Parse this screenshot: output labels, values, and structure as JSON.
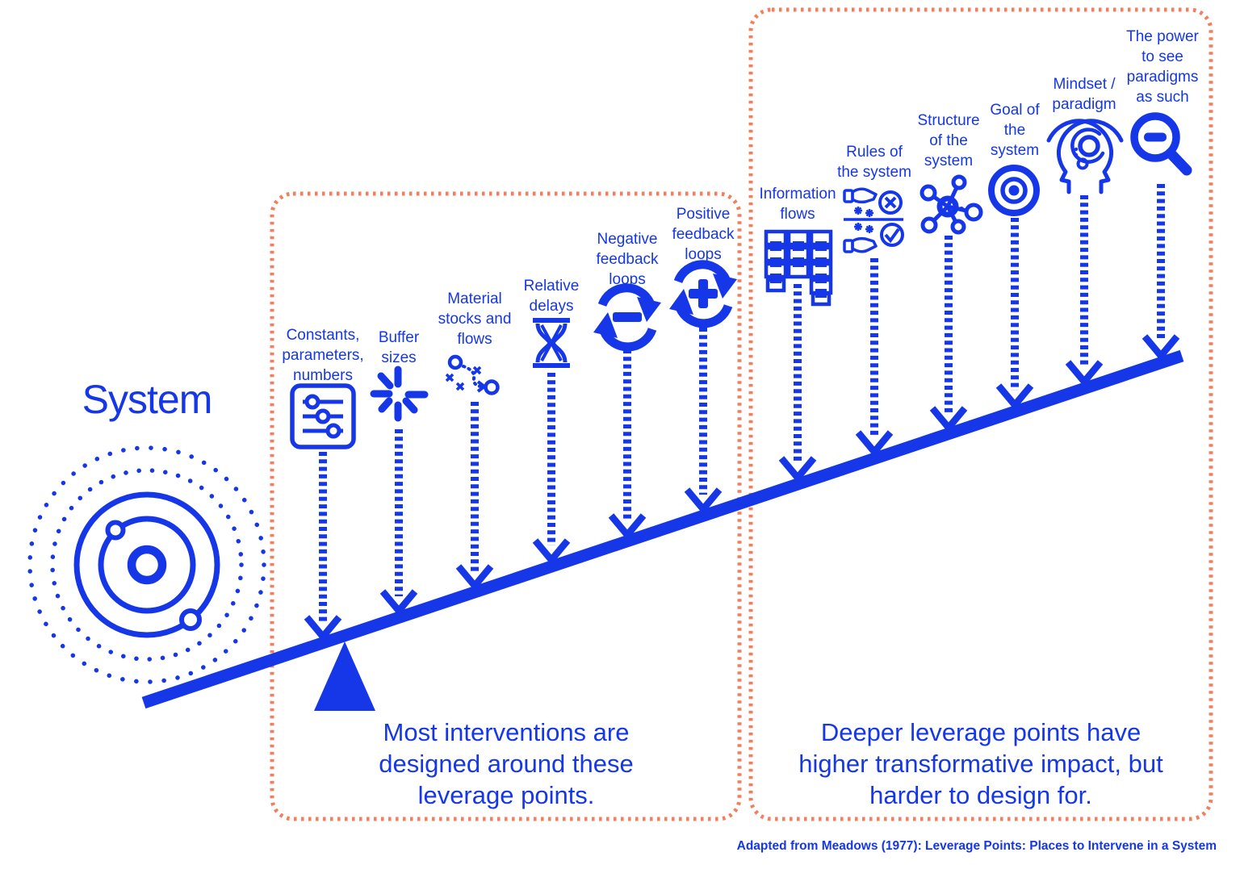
{
  "colors": {
    "blue": "#1537e8",
    "coral": "#f37d5c"
  },
  "system": {
    "label": "System"
  },
  "leverage_points": [
    {
      "icon": "sliders-icon",
      "label": "Constants, parameters, numbers",
      "lines": [
        "Constants,",
        "parameters,",
        "numbers"
      ]
    },
    {
      "icon": "burst-icon",
      "label": "Buffer sizes",
      "lines": [
        "Buffer",
        "sizes"
      ]
    },
    {
      "icon": "flow-path-icon",
      "label": "Material stocks and flows",
      "lines": [
        "Material",
        "stocks and",
        "flows"
      ]
    },
    {
      "icon": "hourglass-icon",
      "label": "Relative delays",
      "lines": [
        "Relative",
        "delays"
      ]
    },
    {
      "icon": "negative-loop-icon",
      "label": "Negative feedback loops",
      "lines": [
        "Negative",
        "feedback",
        "loops"
      ]
    },
    {
      "icon": "positive-loop-icon",
      "label": "Positive feedback loops",
      "lines": [
        "Positive",
        "feedback",
        "loops"
      ]
    },
    {
      "icon": "linked-blocks-icon",
      "label": "Information flows",
      "lines": [
        "Information",
        "flows"
      ]
    },
    {
      "icon": "rules-icon",
      "label": "Rules of the system",
      "lines": [
        "Rules of",
        "the system"
      ]
    },
    {
      "icon": "network-icon",
      "label": "Structure of the system",
      "lines": [
        "Structure",
        "of the",
        "system"
      ]
    },
    {
      "icon": "target-icon",
      "label": "Goal of the system",
      "lines": [
        "Goal of",
        "the",
        "system"
      ]
    },
    {
      "icon": "head-paradigm-icon",
      "label": "Mindset / paradigm",
      "lines": [
        "Mindset /",
        "paradigm"
      ]
    },
    {
      "icon": "magnifier-minus-icon",
      "label": "The power to see paradigms as such",
      "lines": [
        "The power",
        "to see",
        "paradigms",
        "as such"
      ]
    }
  ],
  "captions": {
    "left": "Most interventions are designed around these leverage points.",
    "left_lines": [
      "Most interventions are",
      "designed around these",
      "leverage points."
    ],
    "right": "Deeper leverage points have higher transformative impact, but harder to design for.",
    "right_lines": [
      "Deeper leverage points have",
      "higher transformative impact, but",
      "harder to design for."
    ]
  },
  "attribution": "Adapted from Meadows (1977): Leverage Points: Places to Intervene in a System"
}
